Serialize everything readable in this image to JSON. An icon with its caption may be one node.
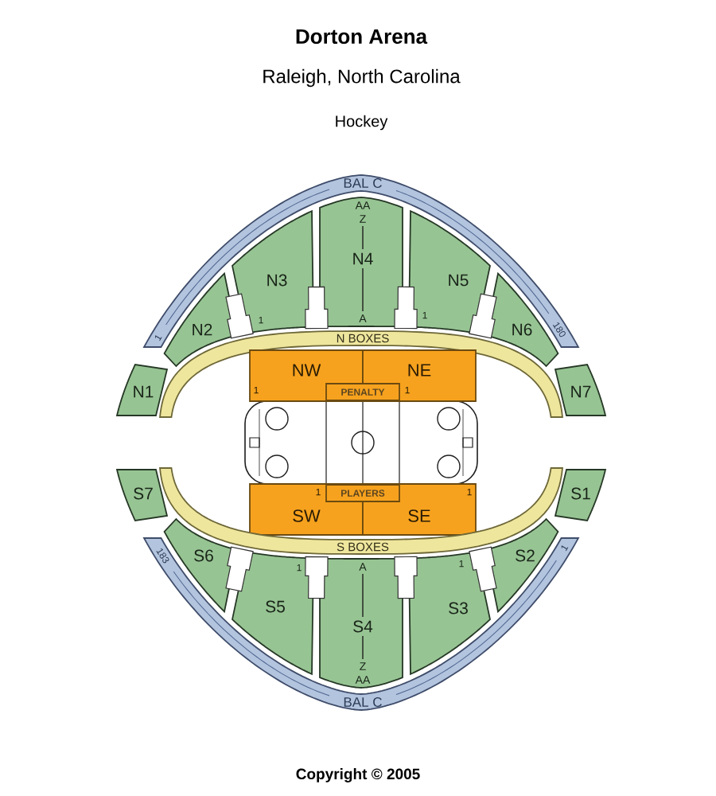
{
  "diagram": {
    "title": "Dorton Arena",
    "nodes": [
      {
        "text": [
          "BAL C",
          "1",
          "180"
        ]
      },
      {
        "text": [
          "N1"
        ]
      },
      {
        "text": [
          "N2"
        ]
      },
      {
        "text": [
          "N3",
          "1"
        ]
      },
      {
        "text": [
          "AA",
          "Z",
          "N4",
          "A"
        ]
      },
      {
        "text": [
          "N5",
          "1"
        ]
      },
      {
        "text": [
          "N6"
        ]
      },
      {
        "text": [
          "N7"
        ]
      },
      {
        "text": [
          "N BOXES"
        ]
      },
      {
        "text": [
          "NW",
          "1"
        ]
      },
      {
        "text": [
          "NE",
          "1"
        ]
      },
      {
        "text": [
          "PENALTY"
        ]
      },
      {
        "text": [
          "S7"
        ]
      },
      {
        "text": [
          "S1"
        ]
      },
      {
        "text": [
          "PLAYERS"
        ]
      },
      {
        "text": [
          "1",
          "SW"
        ]
      },
      {
        "text": [
          "1",
          "SE"
        ]
      },
      {
        "text": [
          "S BOXES"
        ]
      },
      {
        "text": [
          "S6"
        ]
      },
      {
        "text": [
          "1",
          "S5"
        ]
      },
      {
        "text": [
          "A",
          "S4",
          "Z",
          "AA"
        ]
      },
      {
        "text": [
          "1",
          "S3"
        ]
      },
      {
        "text": [
          "S2"
        ]
      },
      {
        "text": [
          "183",
          "1",
          "BAL C"
        ]
      }
    ],
    "labels": [
      "Raleigh, North Carolina",
      "Hockey",
      "Copyright © 2005"
    ]
  }
}
